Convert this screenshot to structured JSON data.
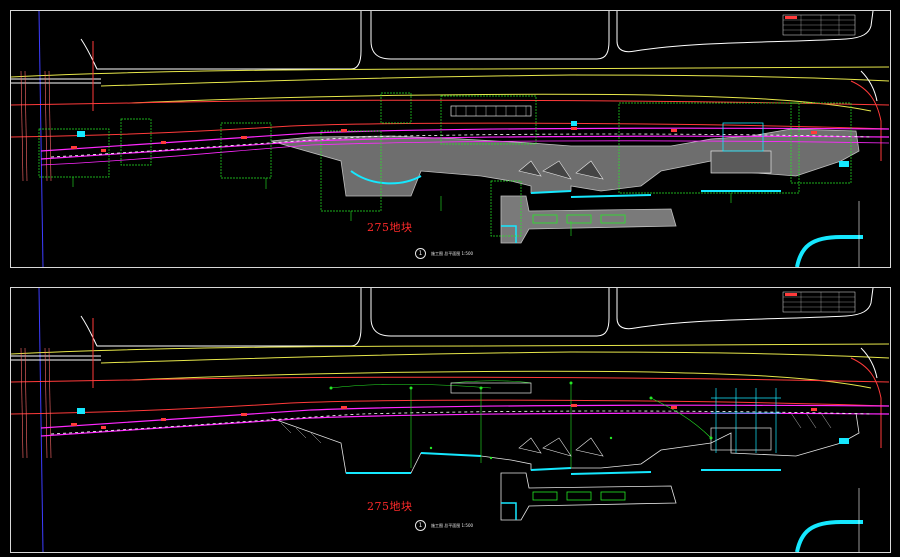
{
  "colors": {
    "background": "#000000",
    "frame": "#d8d8d8",
    "road": "#ffffff",
    "curb": "#e6e64a",
    "boundary": "#ff3a3a",
    "path": "#ff28ff",
    "water": "#15e8ff",
    "green": "#25e825",
    "plaza": "#7a7a7a",
    "axis": "#3d3dff"
  },
  "sheets": [
    {
      "label": "275地块",
      "sub_label": "施工图 总平面图  1:500",
      "index": "1"
    },
    {
      "label": "275地块",
      "sub_label": "施工图 总平面图  1:500",
      "index": "1"
    }
  ]
}
